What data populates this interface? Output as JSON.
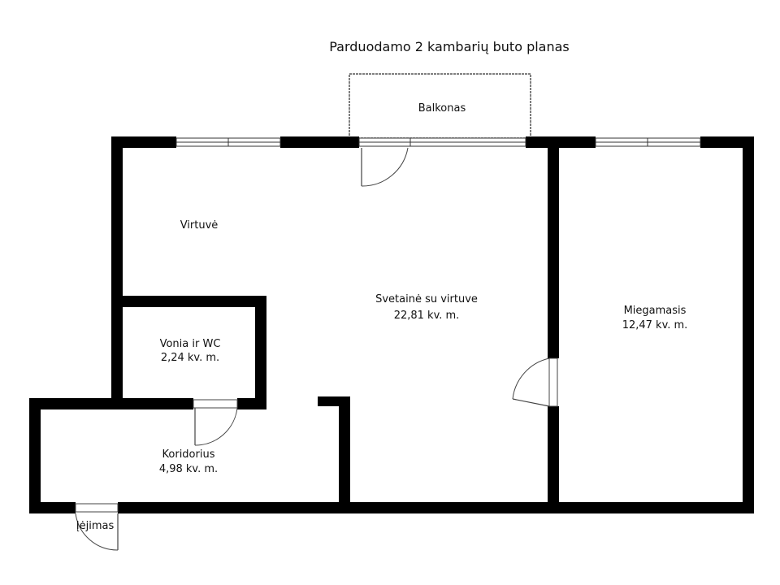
{
  "title": "Parduodamo 2 kambarių buto planas",
  "rooms": {
    "balcony": {
      "name": "Balkonas"
    },
    "kitchen": {
      "name": "Virtuvė"
    },
    "living": {
      "name": "Svetainė su virtuve",
      "area": "22,81 kv. m."
    },
    "bedroom": {
      "name": "Miegamasis",
      "area": "12,47 kv. m."
    },
    "bathroom": {
      "name": "Vonia ir WC",
      "area": "2,24 kv. m."
    },
    "corridor": {
      "name": "Koridorius",
      "area": "4,98 kv. m."
    },
    "entrance": {
      "name": "Įėjimas"
    }
  },
  "colors": {
    "wall": "#000000",
    "background": "#ffffff",
    "line": "#444444"
  }
}
